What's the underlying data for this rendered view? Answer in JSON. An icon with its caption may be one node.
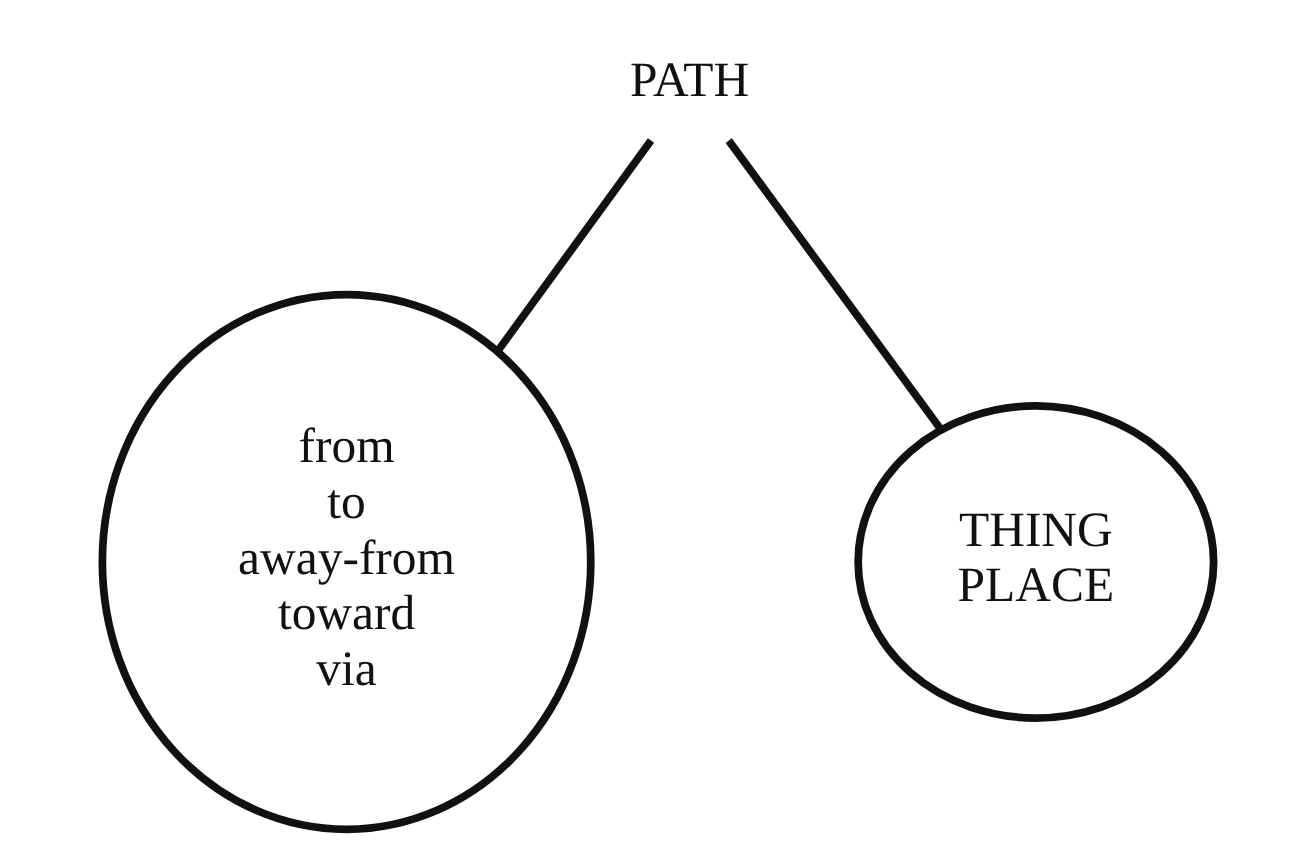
{
  "diagram": {
    "nodes": [
      {
        "text": [
          "PATH"
        ]
      },
      {
        "text": [
          "from",
          "to",
          "away-from",
          "toward",
          "via"
        ]
      },
      {
        "text": [
          "THING",
          "PLACE"
        ]
      }
    ],
    "edges": [
      {
        "from": 0,
        "to": 1,
        "arrow": "none"
      },
      {
        "from": 0,
        "to": 2,
        "arrow": "none"
      }
    ]
  }
}
